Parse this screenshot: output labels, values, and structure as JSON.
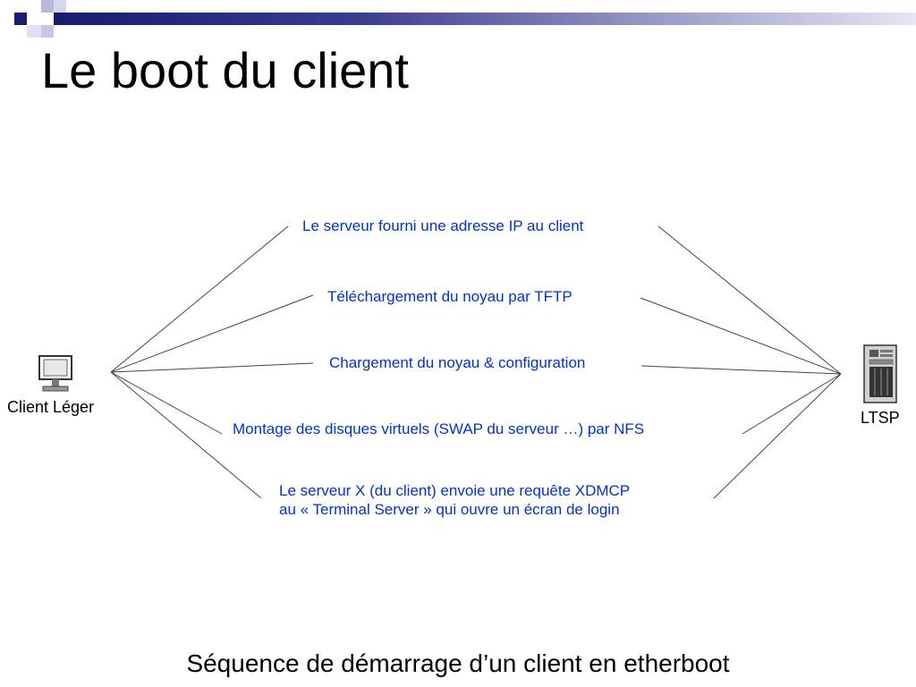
{
  "slide": {
    "title": "Le boot du client",
    "caption": "Séquence de démarrage d’un client en etherboot"
  },
  "diagram": {
    "client_label": "Client Léger",
    "server_label": "LTSP",
    "steps": [
      {
        "lines": [
          "Le serveur fourni une adresse IP au client"
        ]
      },
      {
        "lines": [
          "Téléchargement du noyau par TFTP"
        ]
      },
      {
        "lines": [
          "Chargement du noyau & configuration"
        ]
      },
      {
        "lines": [
          "Montage des disques virtuels (SWAP du serveur …) par NFS"
        ]
      },
      {
        "lines": [
          "Le serveur X (du client) envoie une requête XDMCP",
          "au « Terminal Server » qui ouvre un écran de login"
        ]
      }
    ],
    "colors": {
      "step_text": "#0033cc",
      "line": "#444444"
    }
  },
  "icons": {
    "client": "monitor-icon",
    "server": "server-tower-icon"
  }
}
